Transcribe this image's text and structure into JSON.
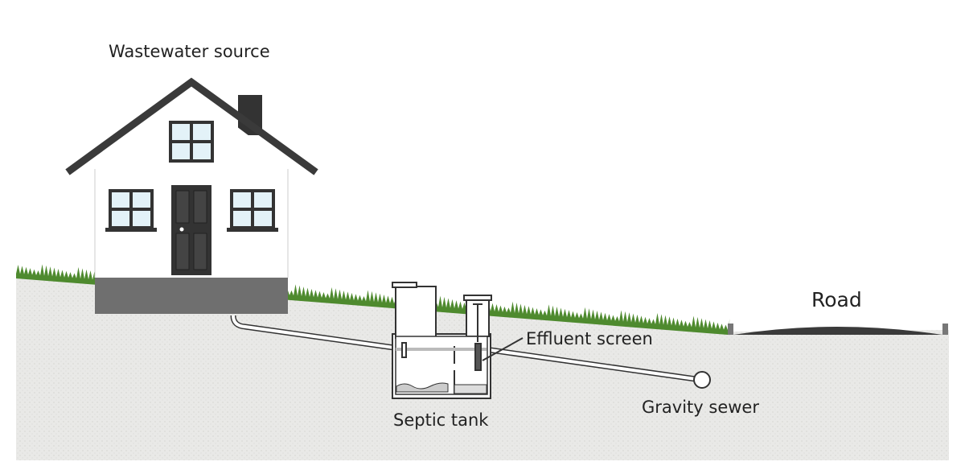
{
  "labels": {
    "source": "Wastewater source",
    "road": "Road",
    "screen": "Effluent screen",
    "tank": "Septic tank",
    "sewer": "Gravity sewer"
  },
  "colors": {
    "ground": "#e9e9e7",
    "grass": "#4e8a2e",
    "house_dark": "#333333",
    "foundation": "#6f6f6f",
    "window_glass": "#e3f2f8"
  }
}
